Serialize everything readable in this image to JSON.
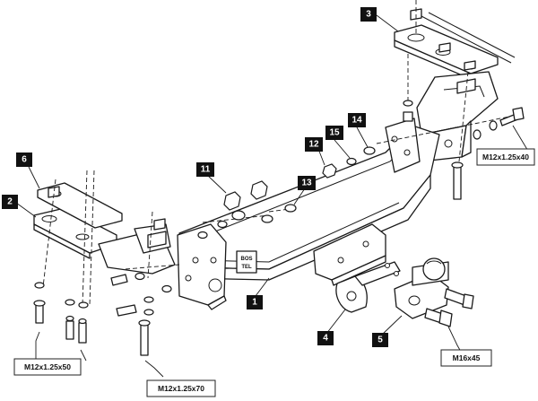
{
  "callouts": [
    {
      "id": "c1",
      "label": "1"
    },
    {
      "id": "c2",
      "label": "2"
    },
    {
      "id": "c3",
      "label": "3"
    },
    {
      "id": "c4",
      "label": "4"
    },
    {
      "id": "c5",
      "label": "5"
    },
    {
      "id": "c6",
      "label": "6"
    },
    {
      "id": "c11",
      "label": "11"
    },
    {
      "id": "c12",
      "label": "12"
    },
    {
      "id": "c13",
      "label": "13"
    },
    {
      "id": "c14",
      "label": "14"
    },
    {
      "id": "c15",
      "label": "15"
    }
  ],
  "specs": [
    {
      "id": "s1",
      "label": "M12x1.25x40"
    },
    {
      "id": "s2",
      "label": "M12x1.25x50"
    },
    {
      "id": "s3",
      "label": "M12x1.25x70"
    },
    {
      "id": "s4",
      "label": "M16x45"
    }
  ],
  "logo": {
    "line1": "BOS",
    "line2": "TEL"
  }
}
